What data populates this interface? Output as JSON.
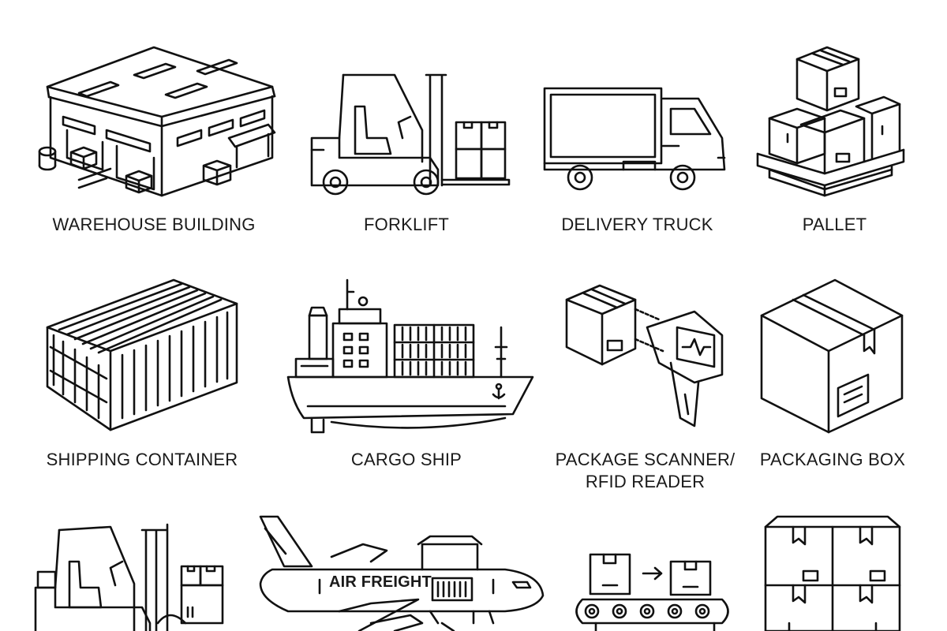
{
  "icons": [
    {
      "key": "warehouse",
      "icon": "warehouse-icon",
      "label": "WAREHOUSE BUILDING"
    },
    {
      "key": "forklift",
      "icon": "forklift-icon",
      "label": "FORKLIFT"
    },
    {
      "key": "truck",
      "icon": "delivery-truck-icon",
      "label": "DELIVERY TRUCK"
    },
    {
      "key": "pallet",
      "icon": "pallet-icon",
      "label": "PALLET"
    },
    {
      "key": "container",
      "icon": "shipping-container-icon",
      "label": "SHIPPING CONTAINER"
    },
    {
      "key": "ship",
      "icon": "cargo-ship-icon",
      "label": "CARGO SHIP"
    },
    {
      "key": "scanner",
      "icon": "package-scanner-icon",
      "label_line1": "PACKAGE SCANNER/",
      "label_line2": "RFID READER"
    },
    {
      "key": "box",
      "icon": "packaging-box-icon",
      "label": "PACKAGING BOX"
    },
    {
      "key": "forklift2",
      "icon": "forklift-loading-icon"
    },
    {
      "key": "plane",
      "icon": "air-freight-plane-icon",
      "plane_text": "AIR FREIGHT"
    },
    {
      "key": "conveyor",
      "icon": "conveyor-belt-icon"
    },
    {
      "key": "stack",
      "icon": "stacked-boxes-icon"
    }
  ],
  "colors": {
    "stroke": "#111111",
    "background": "#ffffff"
  }
}
